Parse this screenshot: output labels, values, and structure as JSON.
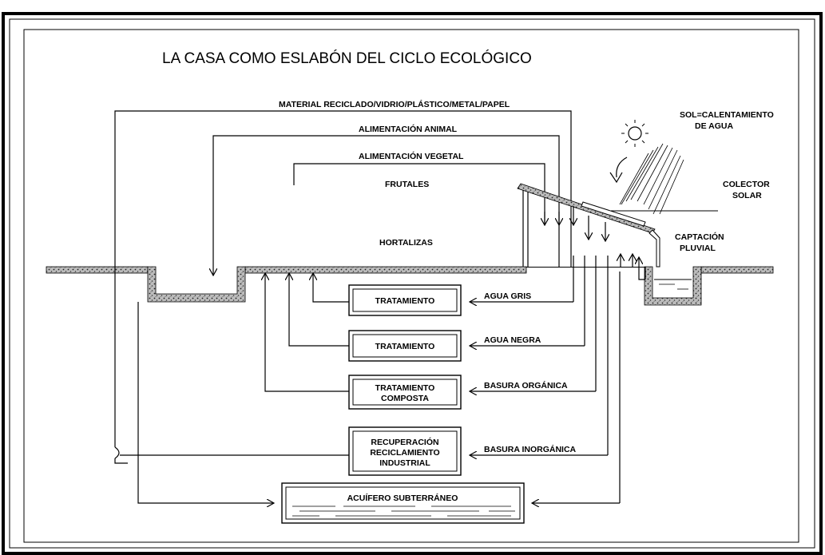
{
  "title": "LA CASA COMO ESLABÓN DEL CICLO ECOLÓGICO",
  "top_labels": {
    "material": "MATERIAL RECICLADO/VIDRIO/PLÁSTICO/METAL/PAPEL",
    "animal": "ALIMENTACIÓN ANIMAL",
    "vegetal": "ALIMENTACIÓN VEGETAL",
    "frutales": "FRUTALES",
    "hortalizas": "HORTALIZAS"
  },
  "right_labels": {
    "sol_1": "SOL=CALENTAMIENTO",
    "sol_2": "DE AGUA",
    "colector_1": "COLECTOR",
    "colector_2": "SOLAR",
    "captacion_1": "CAPTACIÓN",
    "captacion_2": "PLUVIAL"
  },
  "boxes": {
    "tratamiento_1": "TRATAMIENTO",
    "tratamiento_2": "TRATAMIENTO",
    "composta_1": "TRATAMIENTO",
    "composta_2": "COMPOSTA",
    "recuperacion_1": "RECUPERACIÓN",
    "recuperacion_2": "RECICLAMIENTO",
    "recuperacion_3": "INDUSTRIAL",
    "acuifero": "ACUÍFERO SUBTERRÁNEO"
  },
  "flow_labels": {
    "agua_gris": "AGUA GRIS",
    "agua_negra": "AGUA NEGRA",
    "basura_organica": "BASURA ORGÁNICA",
    "basura_inorganica": "BASURA INORGÁNICA"
  }
}
